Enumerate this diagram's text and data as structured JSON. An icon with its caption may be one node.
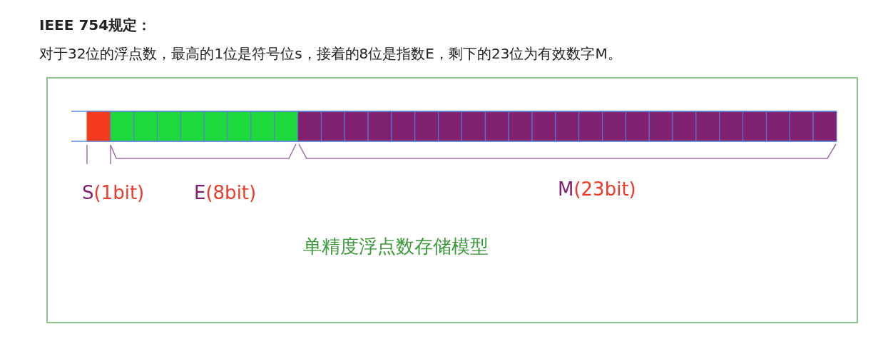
{
  "diagram": {
    "title": "IEEE 754规定：",
    "caption": "单精度浮点数存储模型",
    "labels": [
      "对于32位的浮点数，最高的1位是符号位s，接着的8位是指数E，剩下的23位为有效数字M。",
      "S",
      "(1bit)",
      "E",
      "(8bit)",
      "M",
      "(23bit)"
    ]
  }
}
